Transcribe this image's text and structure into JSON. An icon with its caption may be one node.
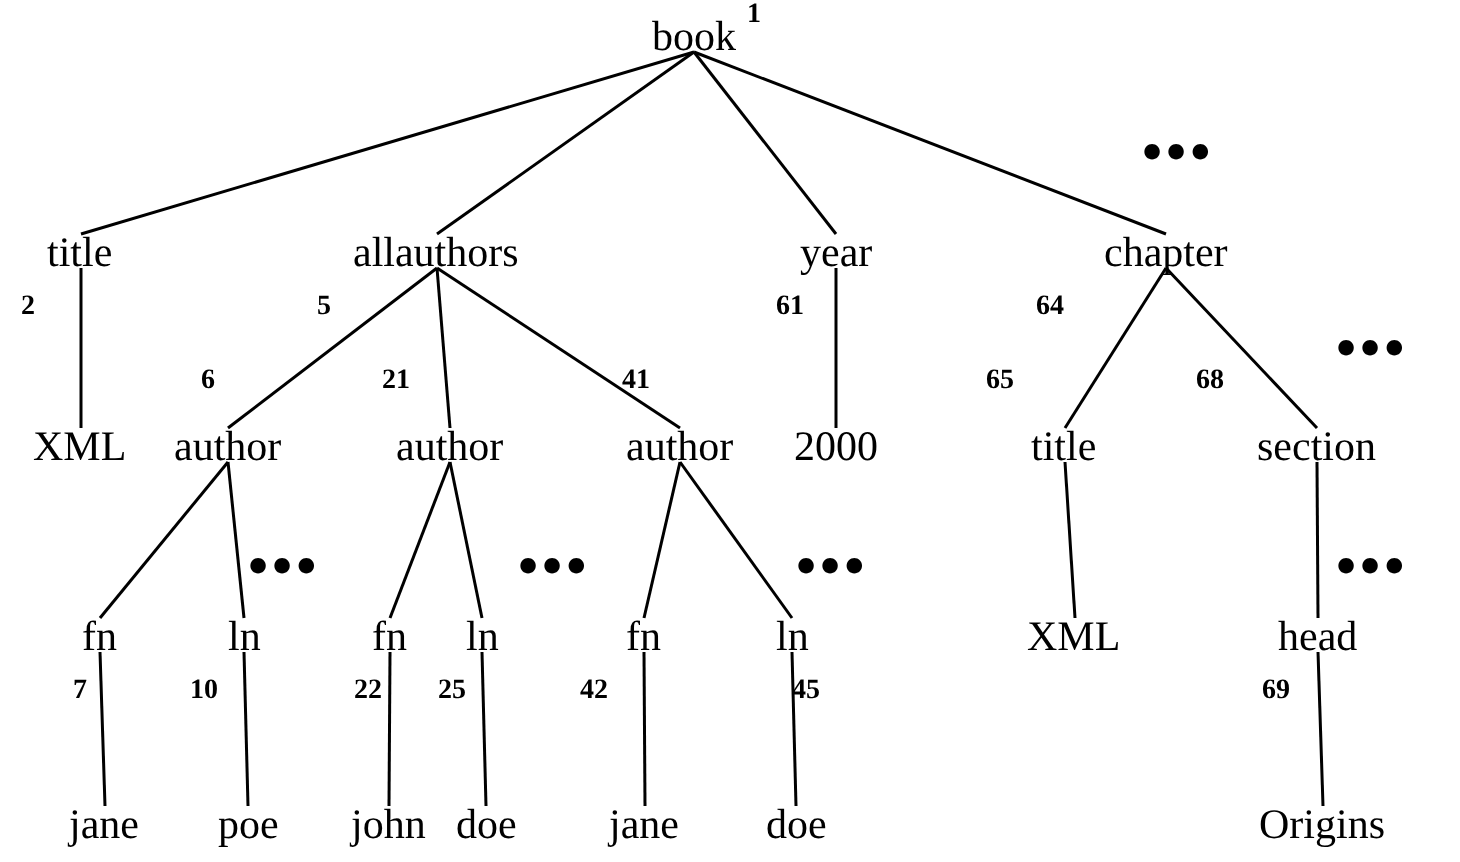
{
  "diagram": {
    "nodes": [
      {
        "text": [
          "book"
        ],
        "beside": [
          "1"
        ]
      },
      {
        "text": [
          "title"
        ],
        "beside": [
          "2"
        ]
      },
      {
        "text": [
          "XML"
        ]
      },
      {
        "text": [
          "allauthors"
        ],
        "beside": [
          "5"
        ]
      },
      {
        "text": [
          "author"
        ],
        "beside": [
          "6"
        ]
      },
      {
        "text": [
          "fn"
        ],
        "beside": [
          "7"
        ]
      },
      {
        "text": [
          "jane"
        ]
      },
      {
        "text": [
          "ln"
        ],
        "beside": [
          "10"
        ]
      },
      {
        "text": [
          "poe"
        ]
      },
      {
        "text": [
          "author"
        ],
        "beside": [
          "21"
        ]
      },
      {
        "text": [
          "fn"
        ],
        "beside": [
          "22"
        ]
      },
      {
        "text": [
          "john"
        ]
      },
      {
        "text": [
          "ln"
        ],
        "beside": [
          "25"
        ]
      },
      {
        "text": [
          "doe"
        ]
      },
      {
        "text": [
          "author"
        ],
        "beside": [
          "41"
        ]
      },
      {
        "text": [
          "fn"
        ],
        "beside": [
          "42"
        ]
      },
      {
        "text": [
          "jane"
        ]
      },
      {
        "text": [
          "ln"
        ],
        "beside": [
          "45"
        ]
      },
      {
        "text": [
          "doe"
        ]
      },
      {
        "text": [
          "year"
        ],
        "beside": [
          "61"
        ]
      },
      {
        "text": [
          "2000"
        ]
      },
      {
        "text": [
          "chapter"
        ],
        "beside": [
          "64"
        ]
      },
      {
        "text": [
          "title"
        ],
        "beside": [
          "65"
        ]
      },
      {
        "text": [
          "XML"
        ]
      },
      {
        "text": [
          "section"
        ],
        "beside": [
          "68"
        ]
      },
      {
        "text": [
          "head"
        ],
        "beside": [
          "69"
        ]
      },
      {
        "text": [
          "Origins"
        ]
      }
    ],
    "edges": [
      {
        "from": 0,
        "to": 1,
        "arrow": "none"
      },
      {
        "from": 1,
        "to": 2,
        "arrow": "none"
      },
      {
        "from": 0,
        "to": 3,
        "arrow": "none"
      },
      {
        "from": 3,
        "to": 4,
        "arrow": "none"
      },
      {
        "from": 4,
        "to": 5,
        "arrow": "none"
      },
      {
        "from": 5,
        "to": 6,
        "arrow": "none"
      },
      {
        "from": 4,
        "to": 7,
        "arrow": "none"
      },
      {
        "from": 7,
        "to": 8,
        "arrow": "none"
      },
      {
        "from": 3,
        "to": 9,
        "arrow": "none"
      },
      {
        "from": 9,
        "to": 10,
        "arrow": "none"
      },
      {
        "from": 10,
        "to": 11,
        "arrow": "none"
      },
      {
        "from": 9,
        "to": 12,
        "arrow": "none"
      },
      {
        "from": 12,
        "to": 13,
        "arrow": "none"
      },
      {
        "from": 3,
        "to": 14,
        "arrow": "none"
      },
      {
        "from": 14,
        "to": 15,
        "arrow": "none"
      },
      {
        "from": 15,
        "to": 16,
        "arrow": "none"
      },
      {
        "from": 14,
        "to": 17,
        "arrow": "none"
      },
      {
        "from": 17,
        "to": 18,
        "arrow": "none"
      },
      {
        "from": 0,
        "to": 19,
        "arrow": "none"
      },
      {
        "from": 19,
        "to": 20,
        "arrow": "none"
      },
      {
        "from": 0,
        "to": 21,
        "arrow": "none"
      },
      {
        "from": 21,
        "to": 22,
        "arrow": "none"
      },
      {
        "from": 22,
        "to": 23,
        "arrow": "none"
      },
      {
        "from": 21,
        "to": 24,
        "arrow": "none"
      },
      {
        "from": 24,
        "to": 25,
        "arrow": "none"
      },
      {
        "from": 25,
        "to": 26,
        "arrow": "none"
      }
    ],
    "labels": [
      "•••",
      "•••",
      "•••",
      "•••",
      "•••",
      "•••"
    ]
  }
}
